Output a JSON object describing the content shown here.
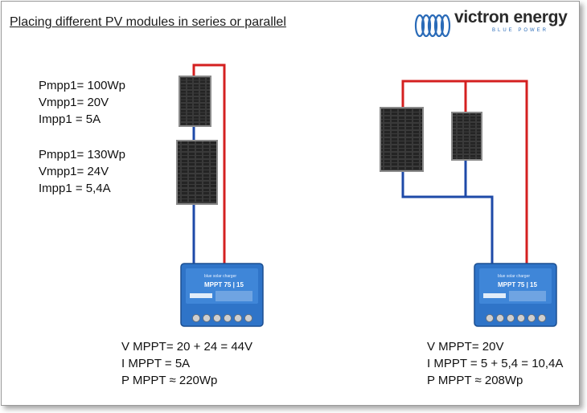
{
  "title": "Placing different PV modules in series or parallel",
  "logo": {
    "brand": "victron energy",
    "tagline": "BLUE POWER"
  },
  "series_config": {
    "panel1": [
      "Pmpp1= 100Wp",
      "Vmpp1= 20V",
      "Impp1 = 5A"
    ],
    "panel2": [
      "Pmpp1= 130Wp",
      "Vmpp1= 24V",
      "Impp1 = 5,4A"
    ],
    "result": [
      "V MPPT= 20 + 24 = 44V",
      "I MPPT = 5A",
      "P MPPT ≈ 220Wp"
    ]
  },
  "parallel_config": {
    "result": [
      "V MPPT= 20V",
      "I MPPT = 5 + 5,4 = 10,4A",
      "P MPPT ≈ 208Wp"
    ]
  },
  "controller": {
    "label": "blue solar charger",
    "model": "MPPT 75 | 15"
  },
  "colors": {
    "positive_wire": "#d42020",
    "negative_wire": "#1e4aa8",
    "controller": "#2f74c8",
    "panel": "#2e2e2e"
  }
}
